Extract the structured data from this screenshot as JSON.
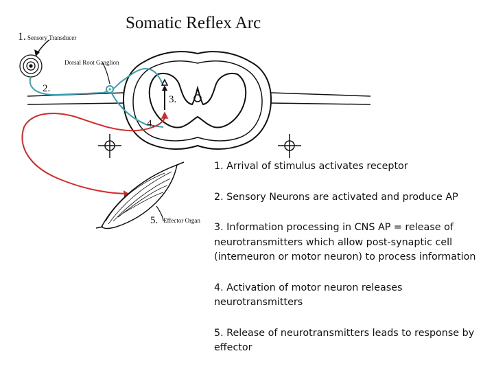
{
  "title": "Somatic Reflex Arc",
  "labels": {
    "n1": "1.",
    "sensory_transducer": "Sensory Transducer",
    "n2": "2.",
    "dorsal_root_ganglion": "Dorsal Root Ganglion",
    "n3": "3.",
    "n4": "4.",
    "n5": "5.",
    "effector_organ": "Effector Organ"
  },
  "steps": [
    "1. Arrival of stimulus activates receptor",
    "2. Sensory Neurons are activated and produce AP",
    "3. Information processing in CNS AP = release of neurotransmitters which allow post-synaptic cell (interneuron or motor neuron) to process information",
    "4. Activation of motor neuron releases neurotransmitters",
    "5. Release of neurotransmitters leads to response by effector"
  ],
  "colors": {
    "sensory": "#3a9db0",
    "motor": "#d42a2a",
    "outline": "#111111"
  }
}
